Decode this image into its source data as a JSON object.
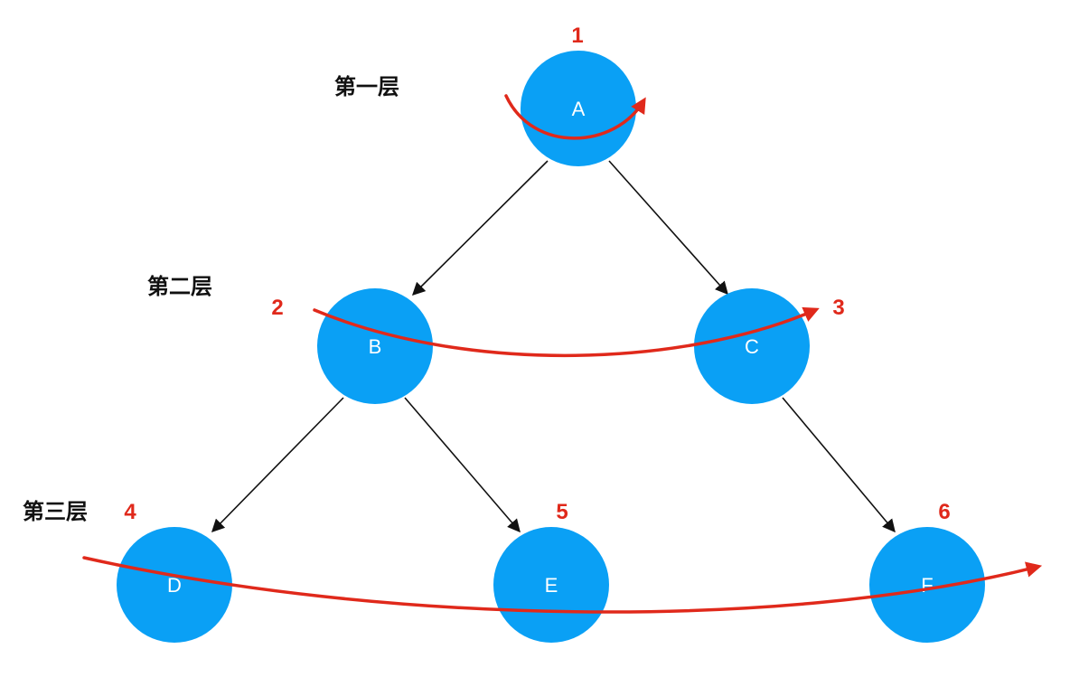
{
  "colors": {
    "node": "#0aa0f5",
    "edge": "#111111",
    "traversal": "#e0291b"
  },
  "levels": [
    {
      "label": "第一层"
    },
    {
      "label": "第二层"
    },
    {
      "label": "第三层"
    }
  ],
  "nodes": [
    {
      "id": "A",
      "label": "A",
      "order": "1",
      "level": 1
    },
    {
      "id": "B",
      "label": "B",
      "order": "2",
      "level": 2
    },
    {
      "id": "C",
      "label": "C",
      "order": "3",
      "level": 2
    },
    {
      "id": "D",
      "label": "D",
      "order": "4",
      "level": 3
    },
    {
      "id": "E",
      "label": "E",
      "order": "5",
      "level": 3
    },
    {
      "id": "F",
      "label": "F",
      "order": "6",
      "level": 3
    }
  ],
  "edges": [
    {
      "from": "A",
      "to": "B"
    },
    {
      "from": "A",
      "to": "C"
    },
    {
      "from": "B",
      "to": "D"
    },
    {
      "from": "B",
      "to": "E"
    },
    {
      "from": "C",
      "to": "F"
    }
  ]
}
